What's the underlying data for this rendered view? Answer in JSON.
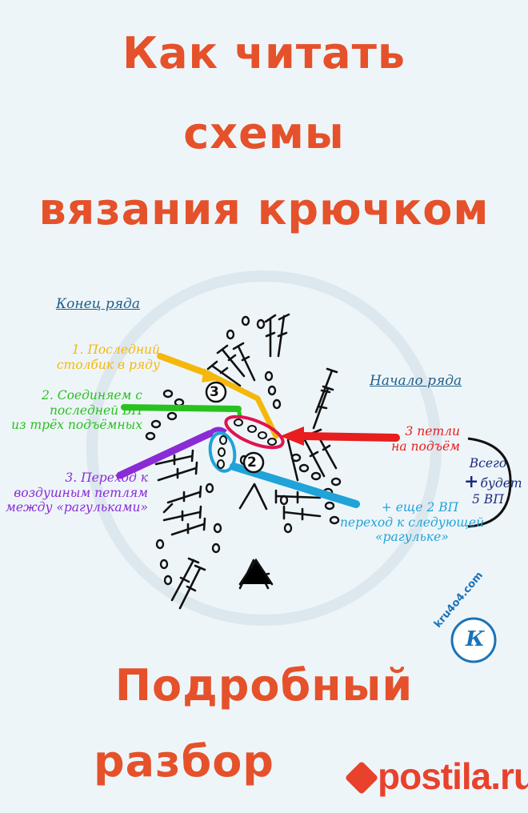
{
  "title": {
    "line1": "Как читать",
    "line2": "схемы",
    "line3": "вязания крючком"
  },
  "labels": {
    "row_end": "Конец ряда",
    "row_start": "Начало ряда",
    "step1_line1": "1. Последний",
    "step1_line2": "столбик в ряду",
    "step2_line1": "2. Соединяем с",
    "step2_line2": "последней ВП",
    "step2_line3": "из трёх подъёмных",
    "step3_line1": "3. Переход к",
    "step3_line2": "воздушным петлям",
    "step3_line3": "между «рагульками»",
    "lift_line1": "3 петли",
    "lift_line2": "на подъём",
    "total_line1": "Всего",
    "total_line2": "будет",
    "total_line3": "5 ВП",
    "plus_sign": "+",
    "plus2_line1": "+ еще 2 ВП",
    "plus2_line2": "переход к следующей",
    "plus2_line3": "«рагульке»"
  },
  "markers": {
    "m3": "3",
    "m2": "2"
  },
  "logo": {
    "text": "kru4o4.com",
    "letter": "К"
  },
  "subtitle": {
    "line1": "Подробный",
    "line2": "разбор"
  },
  "footer_brand": "postila.ru",
  "colors": {
    "title": "#e5512a",
    "step1": "#f5b80a",
    "step2": "#28c21e",
    "step3": "#8a2bd6",
    "lift": "#e81d1d",
    "blue": "#1fa3d8",
    "navy": "#1b2a7a",
    "pink": "#e0134f"
  }
}
